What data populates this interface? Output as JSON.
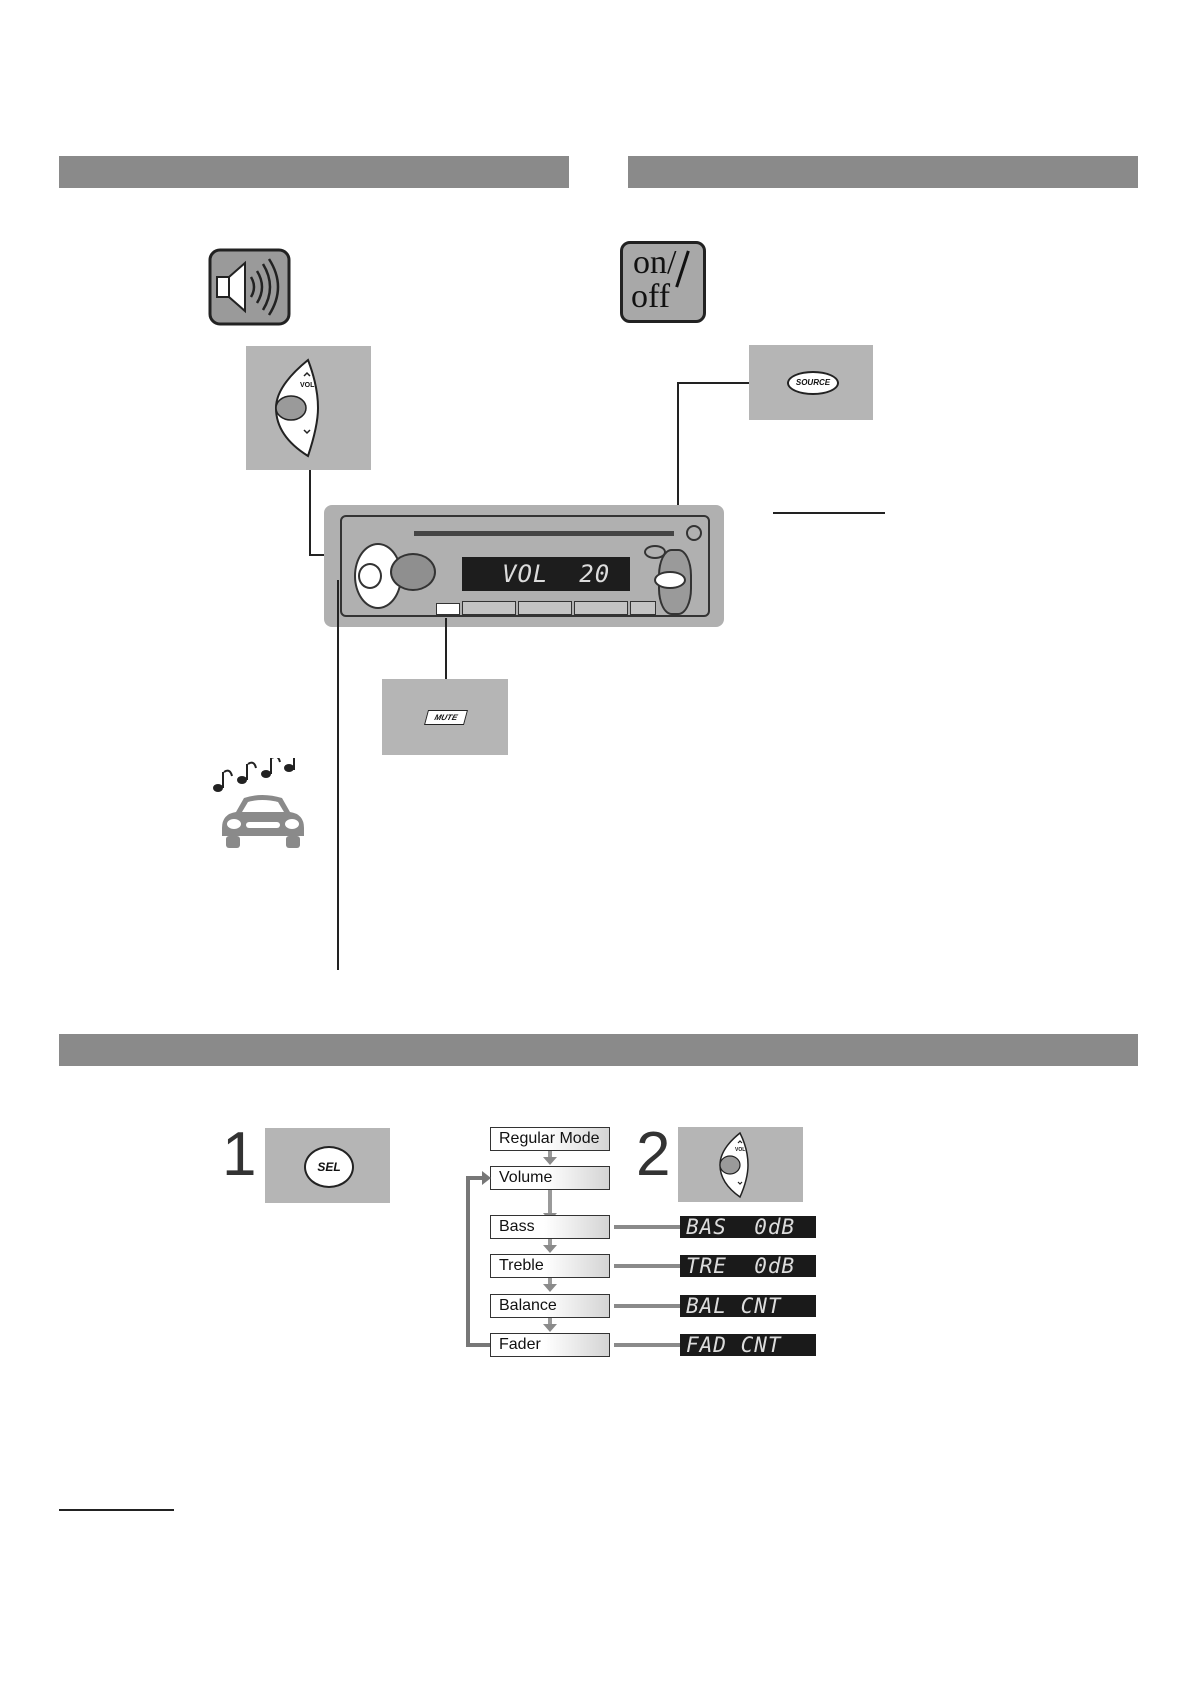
{
  "radio_display": {
    "text": "VOL  20"
  },
  "buttons": {
    "vol_label": "VOL",
    "source_label": "SOURCE",
    "mute_label": "MUTE",
    "sel_label": "SEL"
  },
  "onoff_icon": {
    "line1": "on/",
    "line2": "off"
  },
  "steps": {
    "step1": "1",
    "step2": "2"
  },
  "flow": {
    "items": [
      "Regular Mode",
      "Volume",
      "Bass",
      "Treble",
      "Balance",
      "Fader"
    ]
  },
  "displays": {
    "bass": "BAS  0dB",
    "treble": "TRE  0dB",
    "balance": "BAL CNT",
    "fader": "FAD CNT"
  },
  "icons": {
    "speaker": "speaker-icon",
    "power": "on-off-icon",
    "car": "car-with-music-notes-icon"
  },
  "colors": {
    "section_bar": "#8a8a8a",
    "panel": "#b5b5b5",
    "lcd": "#1a1a1a"
  }
}
